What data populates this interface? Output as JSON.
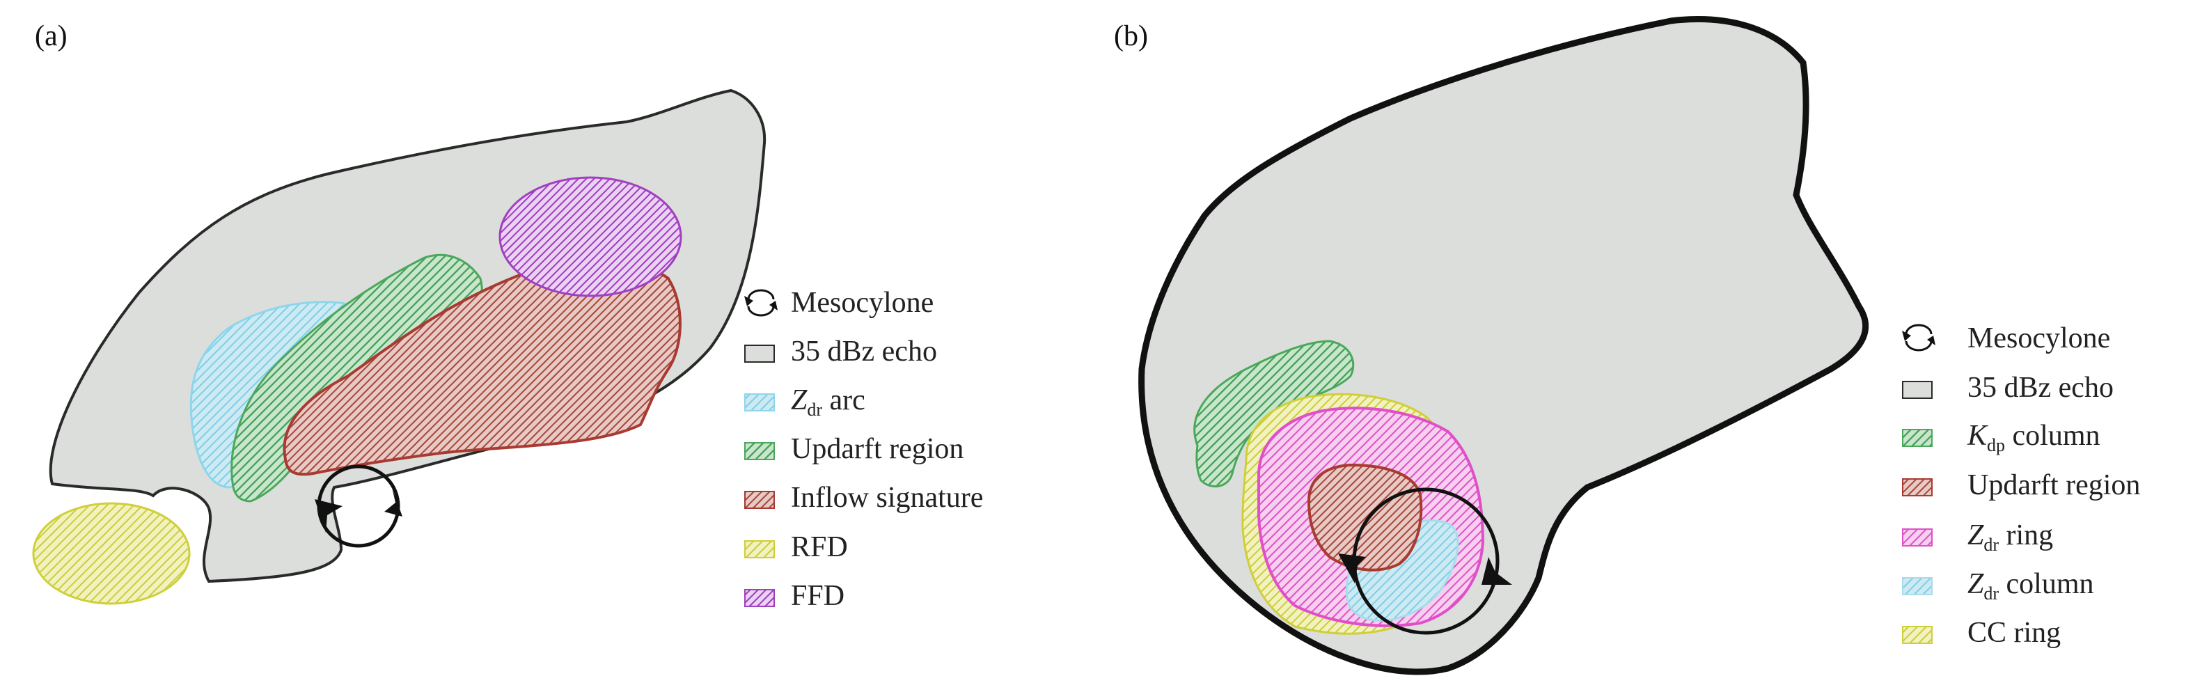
{
  "panels": {
    "a": {
      "label": "(a)",
      "legend": {
        "mesocyclone": "Mesocylone",
        "echo": "35 dBz echo",
        "zdr_arc_sym": "Z",
        "zdr_arc_sub": "dr",
        "zdr_arc_rest": " arc",
        "updraft": "Updarft region",
        "inflow": "Inflow signature",
        "rfd": "RFD",
        "ffd": "FFD"
      }
    },
    "b": {
      "label": "(b)",
      "legend": {
        "mesocyclone": "Mesocylone",
        "echo": "35 dBz echo",
        "kdp_sym": "K",
        "kdp_sub": "dp",
        "kdp_rest": " column",
        "updraft": "Updarft region",
        "zdr_ring_sym": "Z",
        "zdr_ring_sub": "dr",
        "zdr_ring_rest": " ring",
        "zdr_col_sym": "Z",
        "zdr_col_sub": "dr",
        "zdr_col_rest": " column",
        "cc_ring": "CC ring"
      }
    }
  },
  "colors": {
    "echo_fill": "#dcdedc",
    "echo_stroke": "#2a2a2a",
    "zdr_arc": "#a8dcec",
    "updraft_green": "#4aa85a",
    "inflow_red": "#a83a32",
    "rfd_yellow": "#d6d640",
    "ffd_purple": "#a040c0",
    "zdr_ring_pink": "#e040c8",
    "zdr_column": "#a8dcec",
    "cc_yellow": "#d6d640"
  }
}
